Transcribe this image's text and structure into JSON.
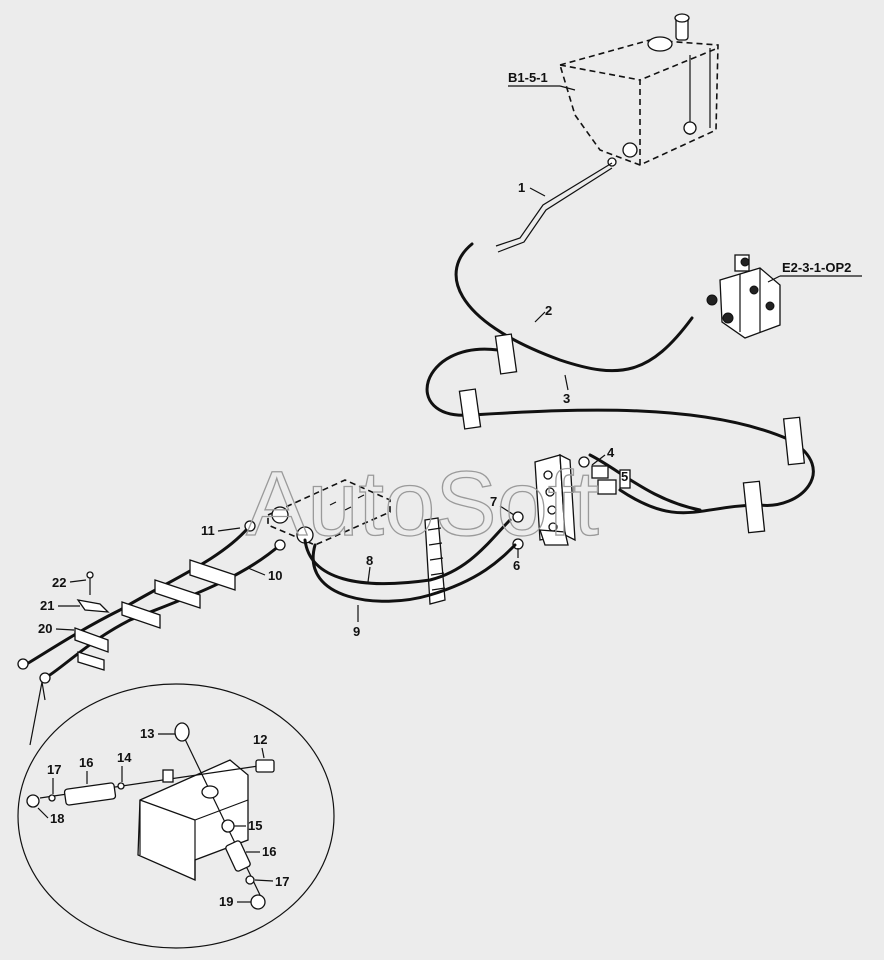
{
  "references": {
    "tank": "B1-5-1",
    "valve": "E2-3-1-OP2"
  },
  "watermark": "AutoSoft",
  "callouts": [
    "1",
    "2",
    "3",
    "4",
    "5",
    "6",
    "7",
    "8",
    "9",
    "10",
    "11",
    "22",
    "21",
    "20"
  ],
  "detail_callouts": [
    "13",
    "12",
    "17",
    "16",
    "14",
    "18",
    "15",
    "16",
    "17",
    "19"
  ]
}
